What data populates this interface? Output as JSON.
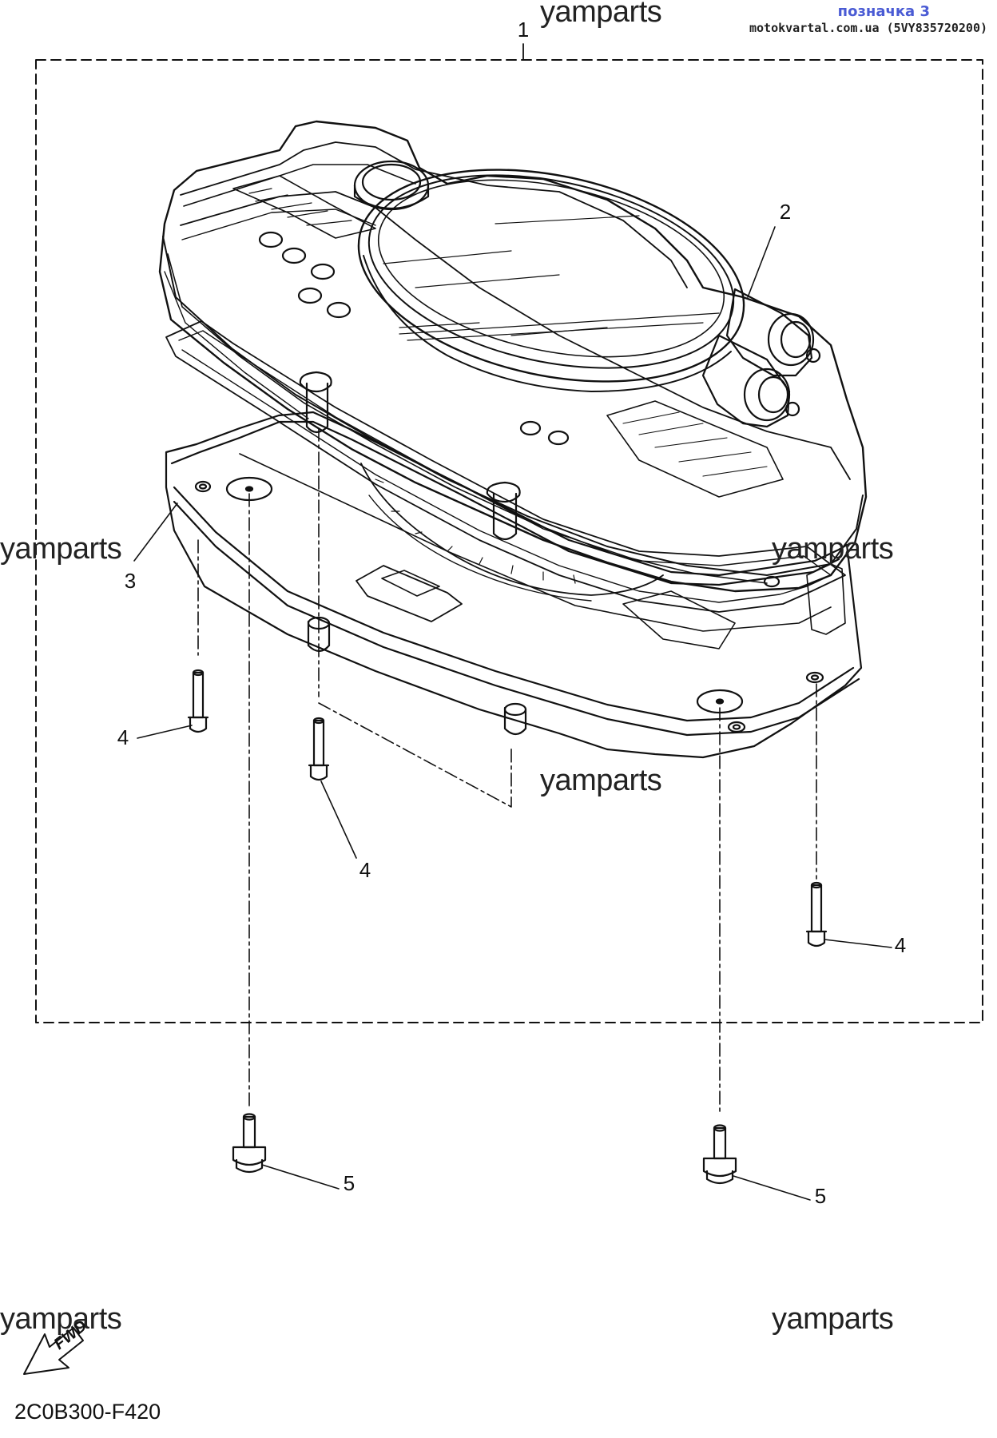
{
  "header": {
    "tag": "позначка 3",
    "source": "motokvartal.com.ua (5VY835720200)"
  },
  "watermarks": {
    "top": "yamparts",
    "left_mid": "yamparts",
    "right_mid": "yamparts",
    "center": "yamparts",
    "bottom_left": "yamparts",
    "bottom_right": "yamparts"
  },
  "callouts": {
    "c1": "1",
    "c2": "2",
    "c3": "3",
    "c4a": "4",
    "c4b": "4",
    "c4c": "4",
    "c5a": "5",
    "c5b": "5"
  },
  "footer": {
    "fwd_label": "FWD",
    "diagram_code": "2C0B300-F420"
  },
  "colors": {
    "line": "#111111",
    "header_tag": "#4a5bd4"
  }
}
